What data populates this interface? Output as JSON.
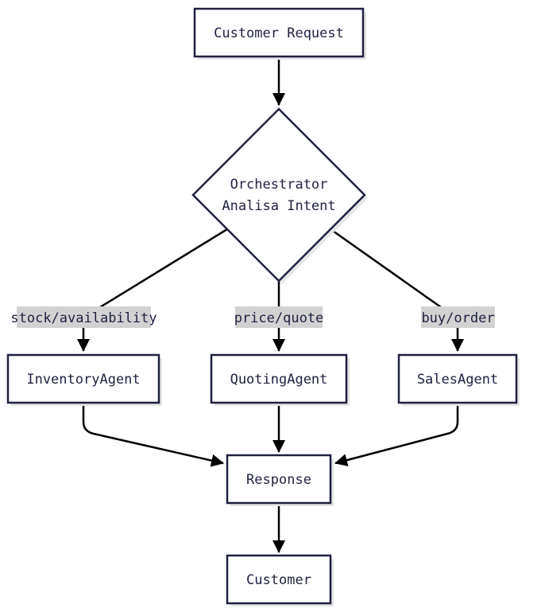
{
  "nodes": {
    "customer_request": "Customer Request",
    "orchestrator_line1": "Orchestrator",
    "orchestrator_line2": "Analisa Intent",
    "inventory_agent": "InventoryAgent",
    "quoting_agent": "QuotingAgent",
    "sales_agent": "SalesAgent",
    "response": "Response",
    "customer": "Customer"
  },
  "edge_labels": {
    "stock": "stock/availability",
    "price": "price/quote",
    "buy": "buy/order"
  },
  "colors": {
    "node_stroke": "#1f2140",
    "edge": "#000000",
    "label_bg": "#d2d2d2"
  }
}
